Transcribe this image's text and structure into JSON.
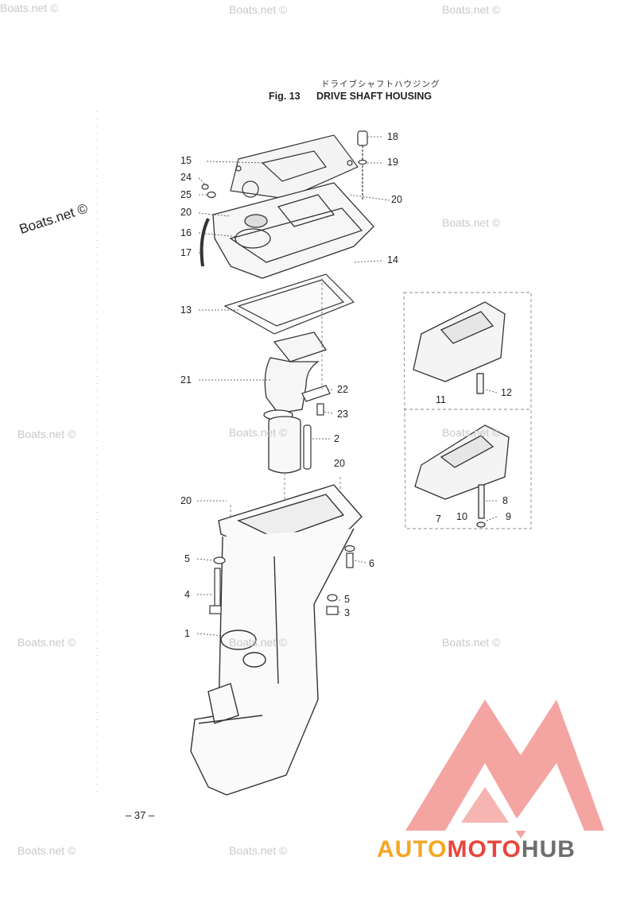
{
  "header": {
    "title_jp": "ドライブシャフトハウジング",
    "fig_label": "Fig. 13",
    "title_en": "DRIVE SHAFT HOUSING"
  },
  "callouts": {
    "c18": "18",
    "c19": "19",
    "c20a": "20",
    "c15": "15",
    "c24": "24",
    "c25": "25",
    "c20b": "20",
    "c16": "16",
    "c17": "17",
    "c14": "14",
    "c13": "13",
    "c21": "21",
    "c22": "22",
    "c23": "23",
    "c2": "2",
    "c20c": "20",
    "c20d": "20",
    "c5a": "5",
    "c6": "6",
    "c4": "4",
    "c5b": "5",
    "c3": "3",
    "c1": "1",
    "c11": "11",
    "c12": "12",
    "c8": "8",
    "c7": "7",
    "c10": "10",
    "c9": "9"
  },
  "watermarks": {
    "text": "Boats.net ©",
    "big_text": "Boats.net ©"
  },
  "footer": {
    "page_number": "– 37 –"
  },
  "brand": {
    "auto": "AUTO",
    "moto": "MOTO",
    "hub": "HUB",
    "color_red": "#e8453c",
    "color_orange": "#f5a623",
    "color_gray": "#6e6e6e"
  }
}
